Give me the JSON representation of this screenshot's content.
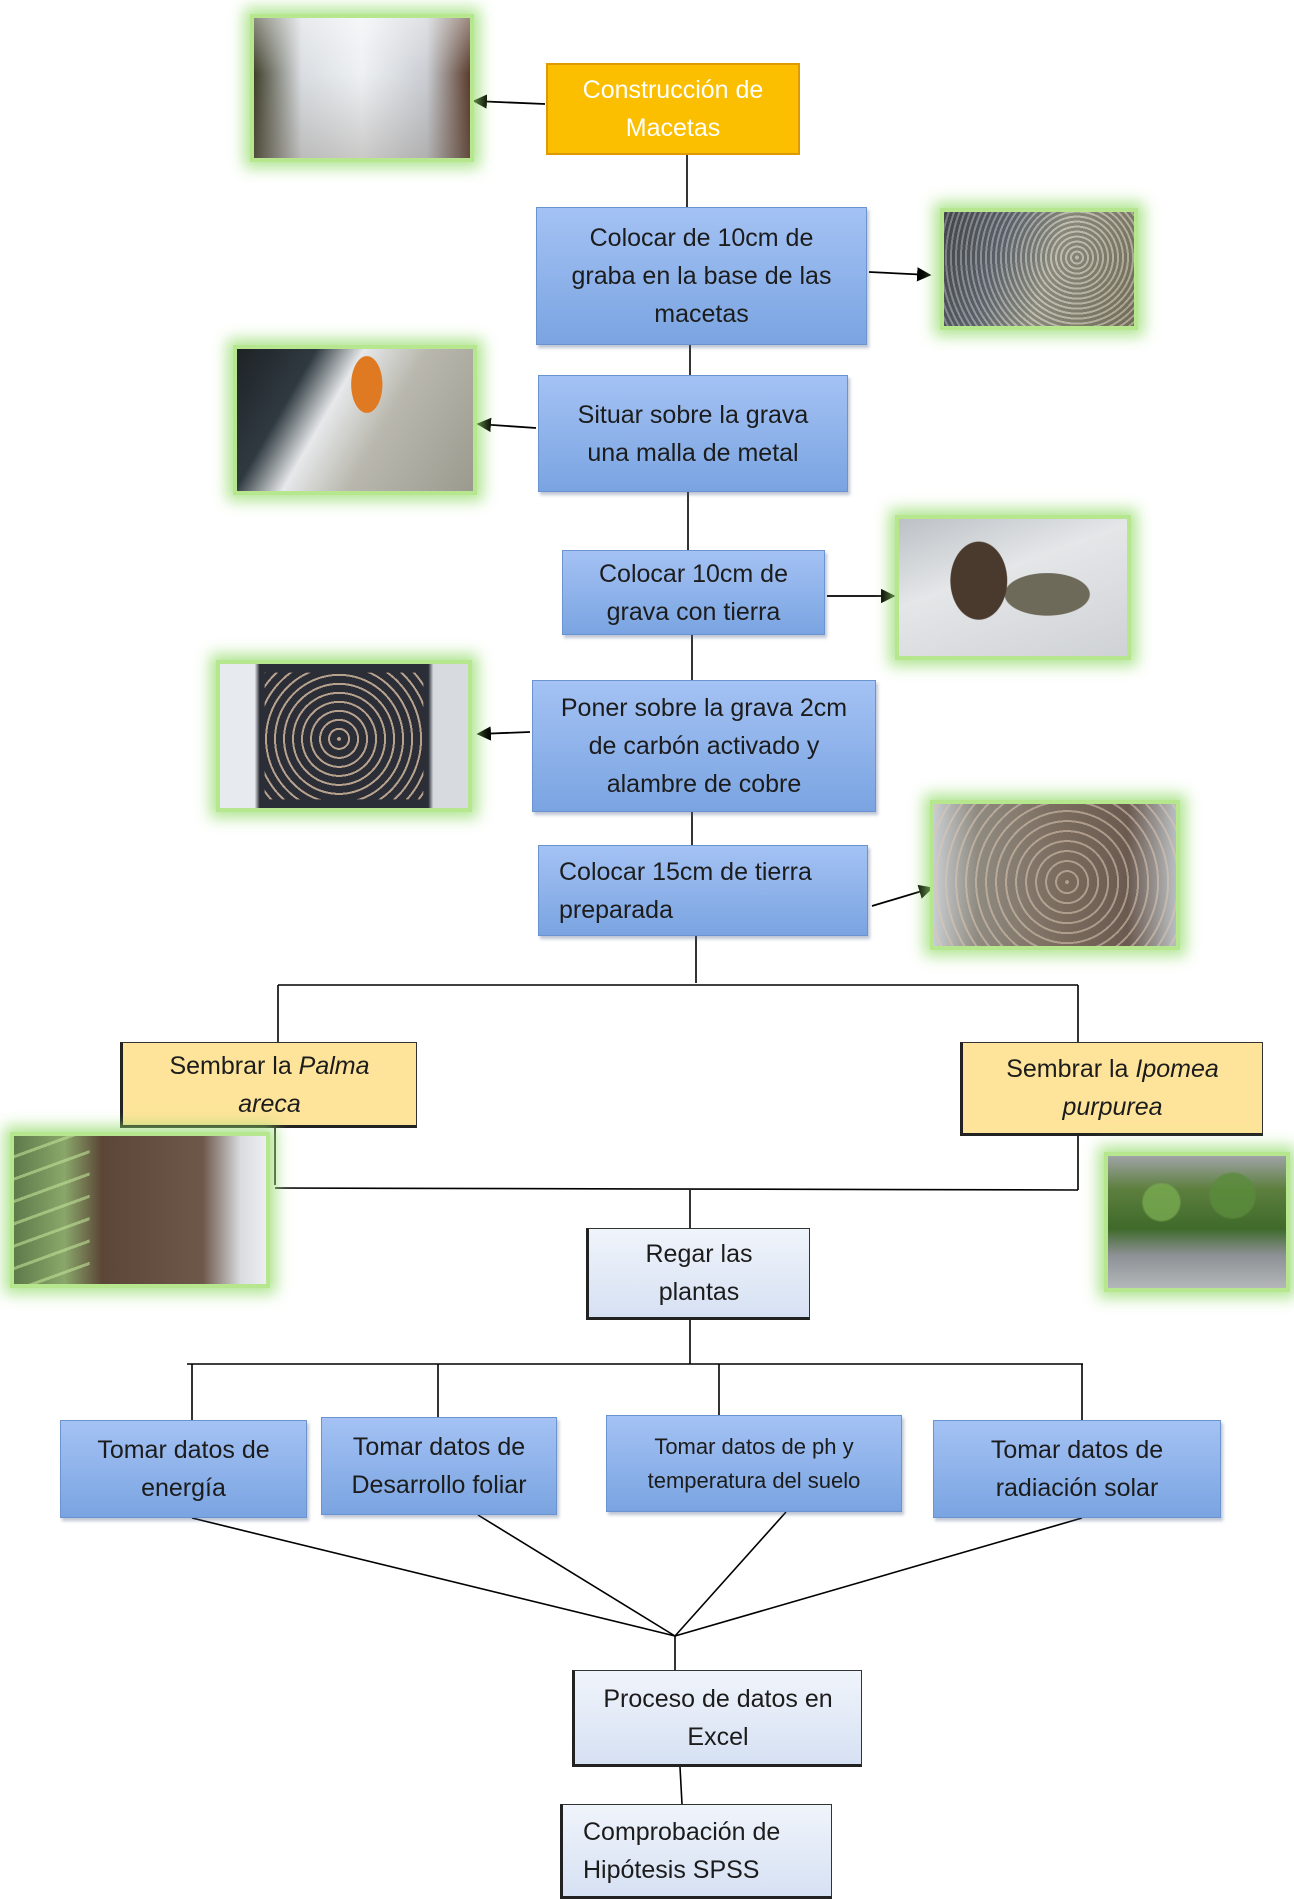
{
  "colors": {
    "blue_box": "#8db0e8",
    "light_box": "#e3eaf6",
    "orange_box": "#fbbf00",
    "yellow_box": "#fde49a",
    "photo_glow": "#9be36a",
    "line": "#000000"
  },
  "steps": {
    "construccion": [
      "Construcción de",
      "Macetas"
    ],
    "grava_base": [
      "Colocar de 10cm de",
      "graba en la base de las",
      "macetas"
    ],
    "malla": [
      "Situar sobre la grava",
      "una malla de metal"
    ],
    "grava_tierra": [
      "Colocar 10cm de",
      "grava con tierra"
    ],
    "carbon": [
      "Poner sobre la grava 2cm",
      "de carbón activado y",
      "alambre de cobre"
    ],
    "tierra": [
      "Colocar 15cm de tierra",
      "preparada"
    ],
    "palma": {
      "prefix": "Sembrar la ",
      "species_1": "Palma",
      "species_2": "areca"
    },
    "ipomea": {
      "prefix": "Sembrar la ",
      "species_1": "Ipomea",
      "species_2": "purpurea"
    },
    "regar": [
      "Regar las",
      "plantas"
    ],
    "energia": [
      "Tomar datos de",
      "energía"
    ],
    "foliar": [
      "Tomar datos de",
      "Desarrollo foliar"
    ],
    "ph": [
      "Tomar datos de ph y",
      "temperatura del suelo"
    ],
    "radiacion": [
      "Tomar datos de",
      "radiación solar"
    ],
    "excel": [
      "Proceso de datos en",
      "Excel"
    ],
    "spss": [
      "Comprobación de",
      "Hipótesis SPSS"
    ]
  },
  "photos": [
    "plastic-pot-photo",
    "gravel-pouring-photo",
    "metal-mesh-photo",
    "shovel-soil-photo",
    "copper-wire-spiral-photo",
    "prepared-soil-photo",
    "palma-areca-photo",
    "ipomea-purpurea-photo"
  ]
}
